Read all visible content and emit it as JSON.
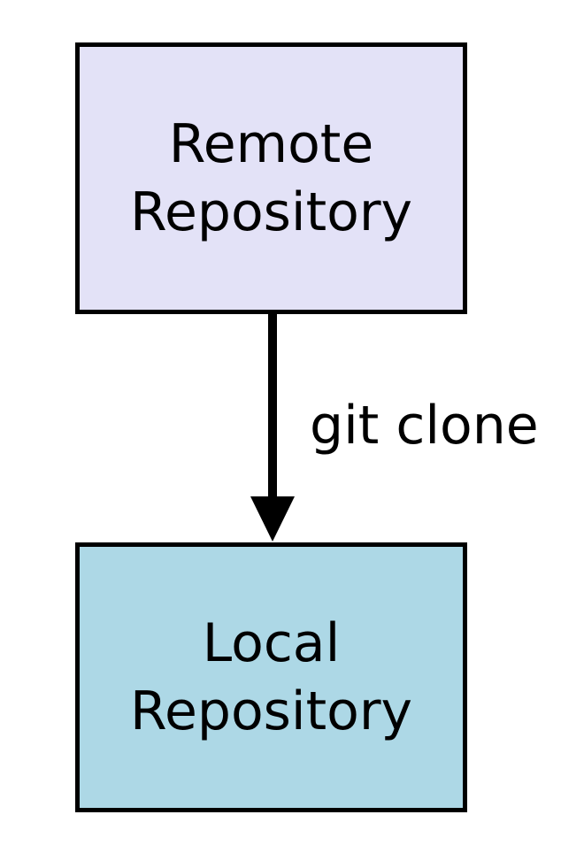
{
  "diagram": {
    "background": "#ffffff",
    "text_color": "#000000",
    "border_color": "#000000",
    "nodes": [
      {
        "id": "remote-repository",
        "label": "Remote Repository",
        "fill": "#e3e2f7"
      },
      {
        "id": "local-repository",
        "label": "Local Repository",
        "fill": "#add8e6"
      }
    ],
    "edge": {
      "label": "git clone",
      "from": "remote-repository",
      "to": "local-repository",
      "direction": "down",
      "color": "#000000"
    }
  }
}
